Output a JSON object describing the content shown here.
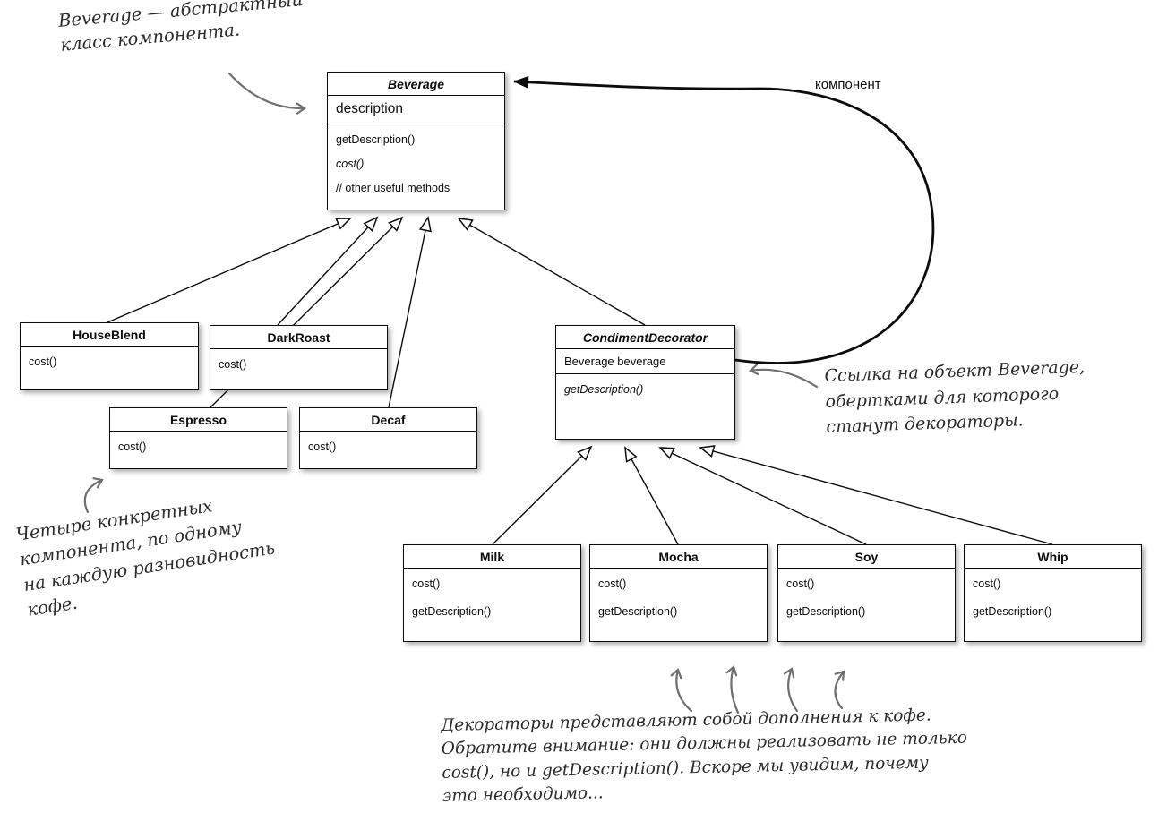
{
  "classes": {
    "beverage": {
      "title": "Beverage",
      "fields": [
        "description"
      ],
      "methods": [
        "getDescription()",
        "cost()",
        "// other useful methods"
      ]
    },
    "houseblend": {
      "title": "HouseBlend",
      "methods": [
        "cost()"
      ]
    },
    "darkroast": {
      "title": "DarkRoast",
      "methods": [
        "cost()"
      ]
    },
    "espresso": {
      "title": "Espresso",
      "methods": [
        "cost()"
      ]
    },
    "decaf": {
      "title": "Decaf",
      "methods": [
        "cost()"
      ]
    },
    "condiment_decorator": {
      "title": "CondimentDecorator",
      "fields": [
        "Beverage beverage"
      ],
      "methods": [
        "getDescription()"
      ]
    },
    "milk": {
      "title": "Milk",
      "methods": [
        "cost()",
        "getDescription()"
      ]
    },
    "mocha": {
      "title": "Mocha",
      "methods": [
        "cost()",
        "getDescription()"
      ]
    },
    "soy": {
      "title": "Soy",
      "methods": [
        "cost()",
        "getDescription()"
      ]
    },
    "whip": {
      "title": "Whip",
      "methods": [
        "cost()",
        "getDescription()"
      ]
    }
  },
  "labels": {
    "component": "компонент"
  },
  "annotations": {
    "abstract": [
      "Beverage — абстрактный",
      "класс компонента."
    ],
    "concrete": [
      "Четыре конкретных",
      "компонента, по одному",
      "на каждую разновидность",
      "кофе."
    ],
    "reference": [
      "Ссылка на объект Beverage,",
      "обертками для которого",
      "станут декораторы."
    ],
    "decorators": [
      "Декораторы представляют собой дополнения к кофе.",
      "Обратите внимание: они должны реализовать не только",
      "cost(), но и getDescription(). Вскоре мы увидим, почему",
      "это необходимо..."
    ]
  },
  "colors": {
    "stroke": "#111111",
    "hand_arrow": "#6f6f6f",
    "hand_text": "#2b2b2b"
  }
}
